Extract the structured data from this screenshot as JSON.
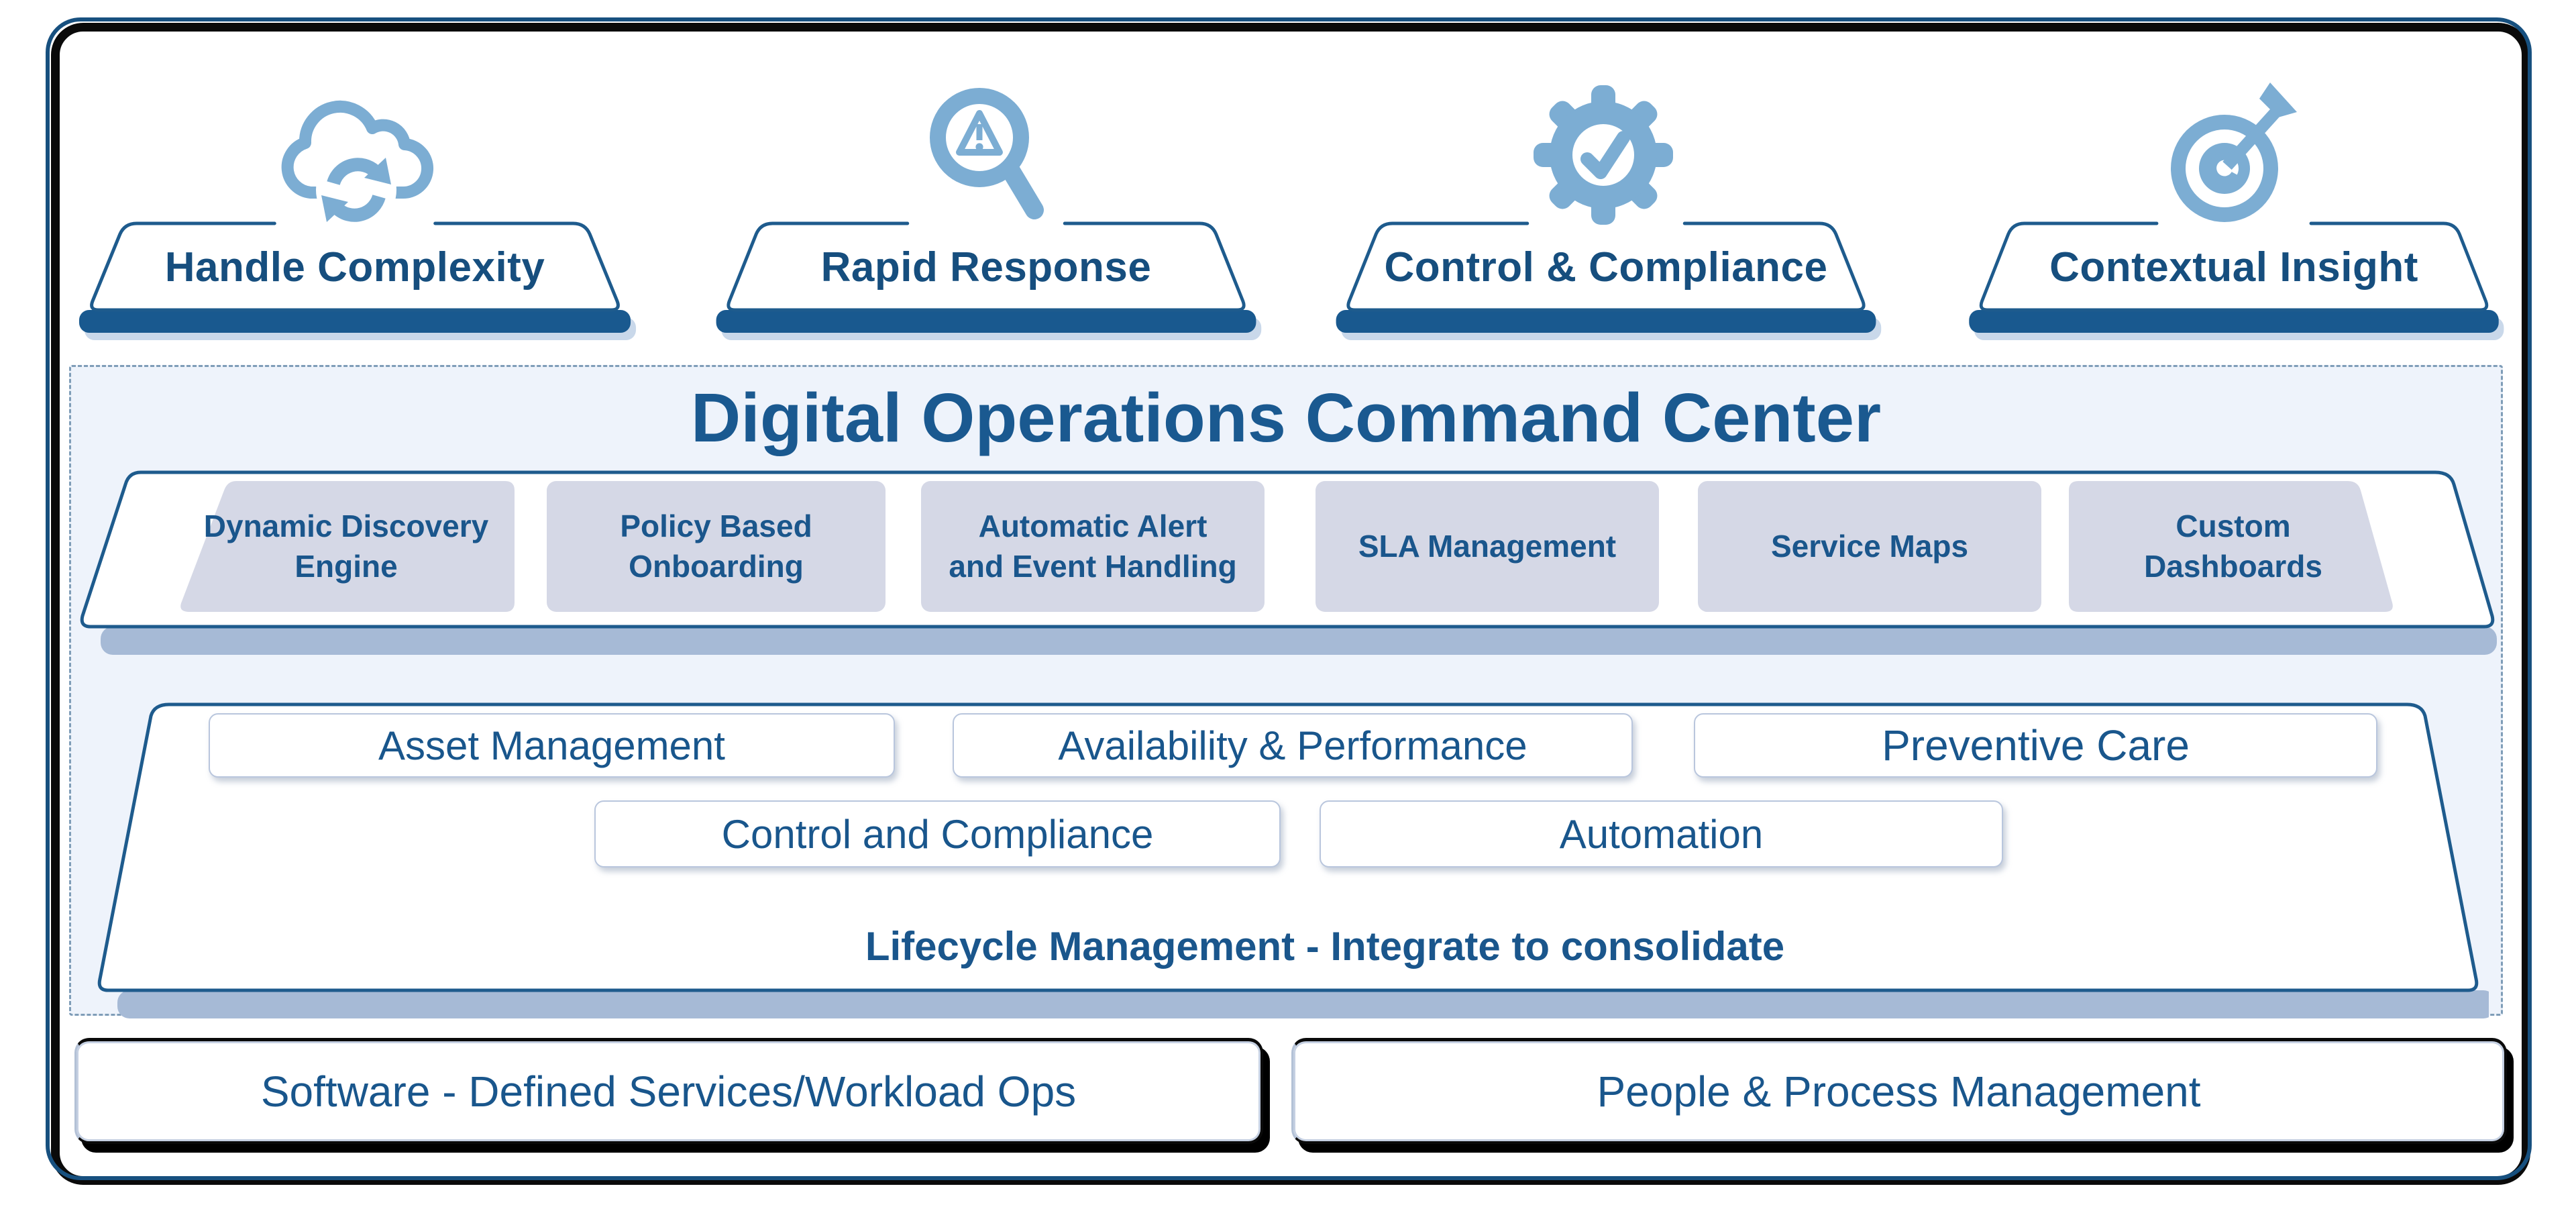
{
  "pillars": [
    {
      "label": "Handle Complexity",
      "icon": "cloud-sync-icon"
    },
    {
      "label": "Rapid Response",
      "icon": "search-alert-icon"
    },
    {
      "label": "Control & Compliance",
      "icon": "gear-check-icon"
    },
    {
      "label": "Contextual Insight",
      "icon": "target-arrow-icon"
    }
  ],
  "command_center": {
    "title": "Digital Operations Command Center",
    "modules": [
      "Dynamic Discovery\nEngine",
      "Policy Based\nOnboarding",
      "Automatic Alert\nand Event Handling",
      "SLA Management",
      "Service Maps",
      "Custom\nDashboards"
    ]
  },
  "lifecycle": {
    "row1": [
      "Asset Management",
      "Availability & Performance",
      "Preventive Care"
    ],
    "row2": [
      "Control and Compliance",
      "Automation"
    ],
    "caption": "Lifecycle Management - Integrate to consolidate"
  },
  "foundation": [
    "Software - Defined Services/Workload Ops",
    "People & Process Management"
  ],
  "colors": {
    "icon_blue": "#7cadd3",
    "navy_text": "#1a568c",
    "navy_border": "#1e5b8d",
    "bar_navy": "#19598f",
    "panel_bg": "#eef3fb",
    "module_bg": "#d5d8e6",
    "shadow_bar": "#a6bad6",
    "frame_black": "#0a0a0a"
  }
}
